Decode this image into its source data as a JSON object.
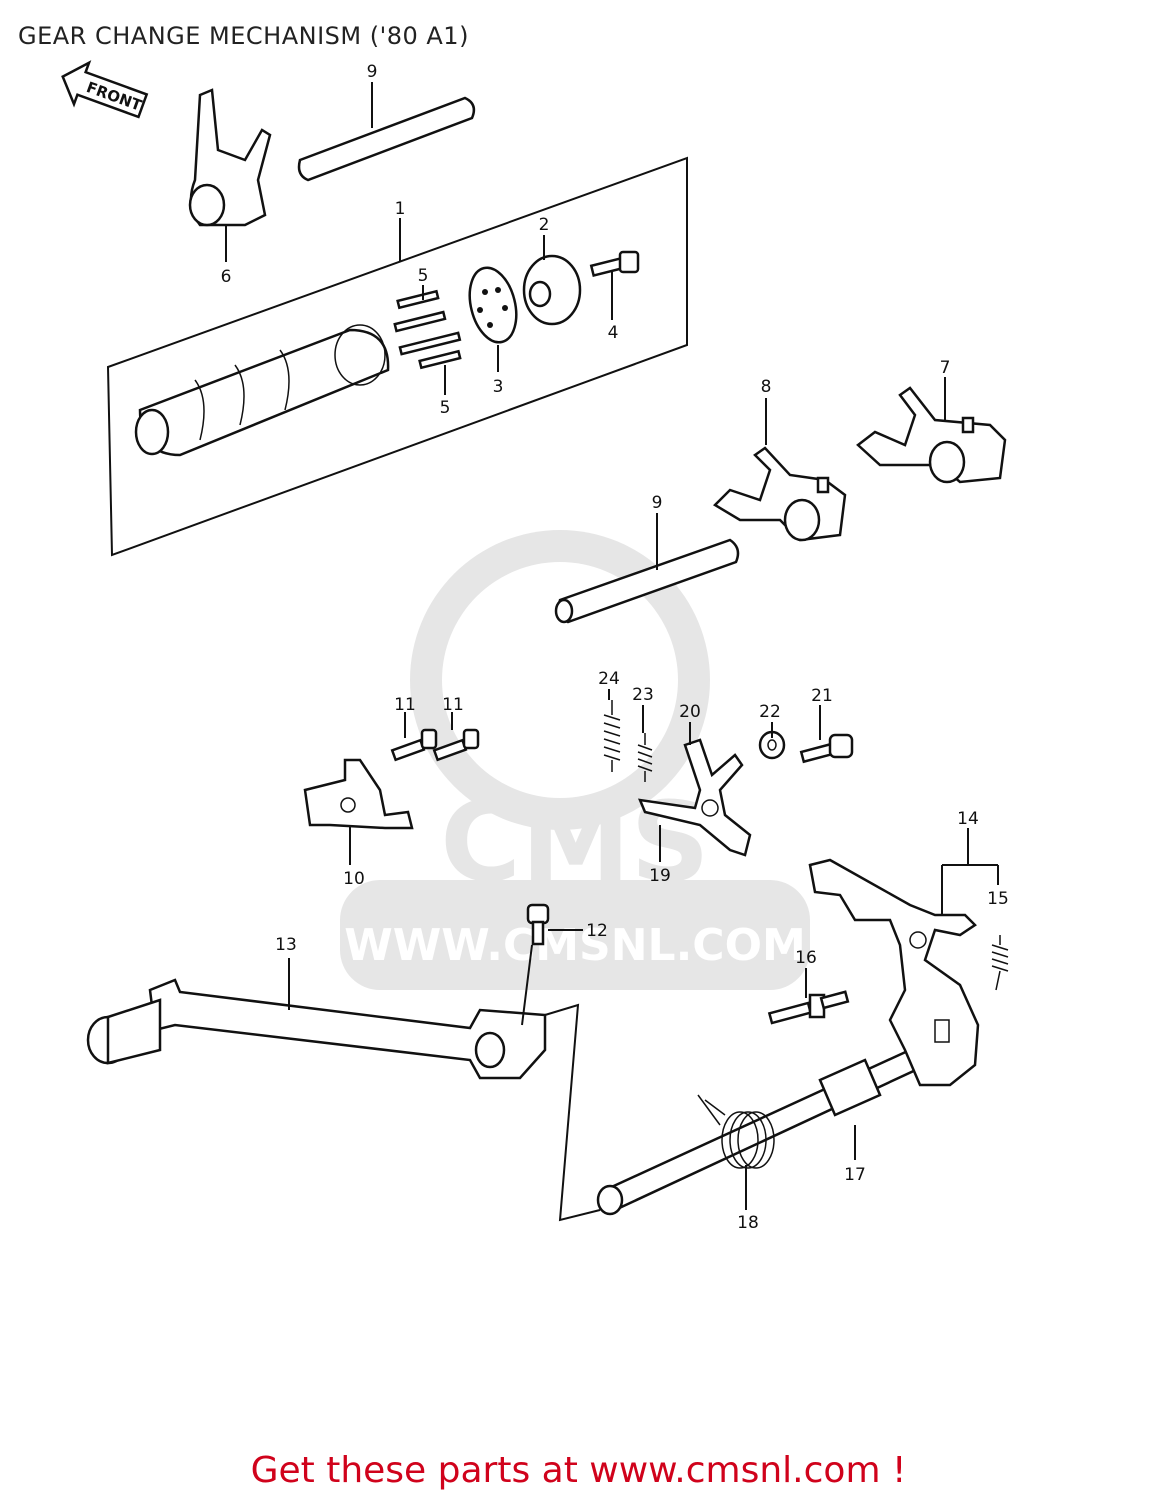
{
  "title": "GEAR CHANGE MECHANISM ('80 A1)",
  "front_badge": "FRONT",
  "watermark": {
    "logo": "CMS",
    "url": "WWW.CMSNL.COM"
  },
  "callouts": {
    "c1": "1",
    "c2": "2",
    "c3": "3",
    "c4": "4",
    "c5a": "5",
    "c5b": "5",
    "c6": "6",
    "c7": "7",
    "c8": "8",
    "c9a": "9",
    "c9b": "9",
    "c10": "10",
    "c11a": "11",
    "c11b": "11",
    "c12": "12",
    "c13": "13",
    "c14": "14",
    "c15": "15",
    "c16": "16",
    "c17": "17",
    "c18": "18",
    "c19": "19",
    "c20": "20",
    "c21": "21",
    "c22": "22",
    "c23": "23",
    "c24": "24"
  },
  "footer": "Get these parts at www.cmsnl.com !"
}
